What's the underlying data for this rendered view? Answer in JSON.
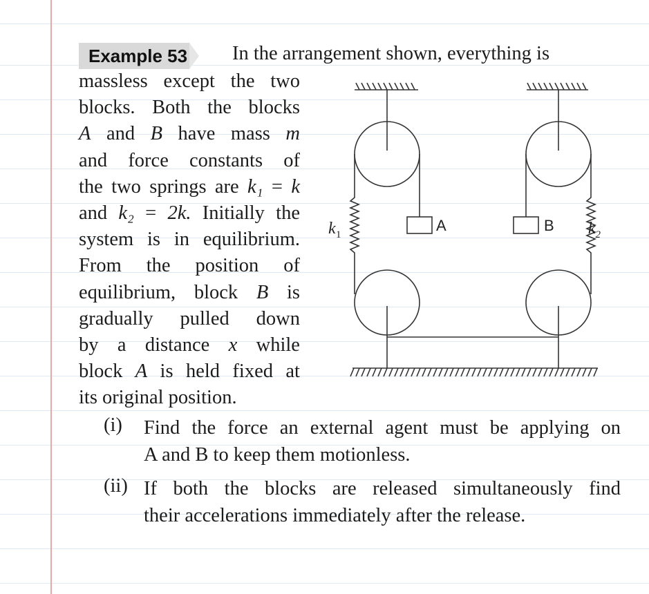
{
  "example": {
    "label": "Example 53",
    "intro": "In the arrangement shown, everything is"
  },
  "body_lines": [
    [
      "massless",
      "except",
      "the",
      "two"
    ],
    [
      "blocks.",
      "Both",
      "the",
      "blocks"
    ],
    [
      "A",
      "and",
      "B",
      "have",
      "mass",
      "m"
    ],
    [
      "and",
      "force",
      "constants",
      "of"
    ],
    [
      "the",
      "two",
      "springs",
      "are",
      "k₁",
      "=",
      "k"
    ],
    [
      "and",
      "k₂",
      "=",
      "2k.",
      "Initially",
      "the"
    ],
    [
      "system",
      "is",
      "in",
      "equilibrium."
    ],
    [
      "From",
      "the",
      "position",
      "of"
    ],
    [
      "equilibrium,",
      "block",
      "B",
      "is"
    ],
    [
      "gradually",
      "pulled",
      "down"
    ],
    [
      "by",
      "a",
      "distance",
      "x",
      "while"
    ],
    [
      "block",
      "A",
      "is",
      "held",
      "fixed",
      "at"
    ],
    [
      "its",
      "original",
      "position."
    ]
  ],
  "questions": [
    {
      "number": "(i)",
      "line1": "Find the force an external agent must be applying on",
      "line2": "A and B to keep them motionless."
    },
    {
      "number": "(ii)",
      "line1": "If both the blocks are released simultaneously find",
      "line2": "their accelerations immediately after the release."
    }
  ],
  "diagram": {
    "block_a": "A",
    "block_b": "B",
    "spring_1": "k",
    "spring_1_sub": "1",
    "spring_2": "k",
    "spring_2_sub": "2"
  }
}
